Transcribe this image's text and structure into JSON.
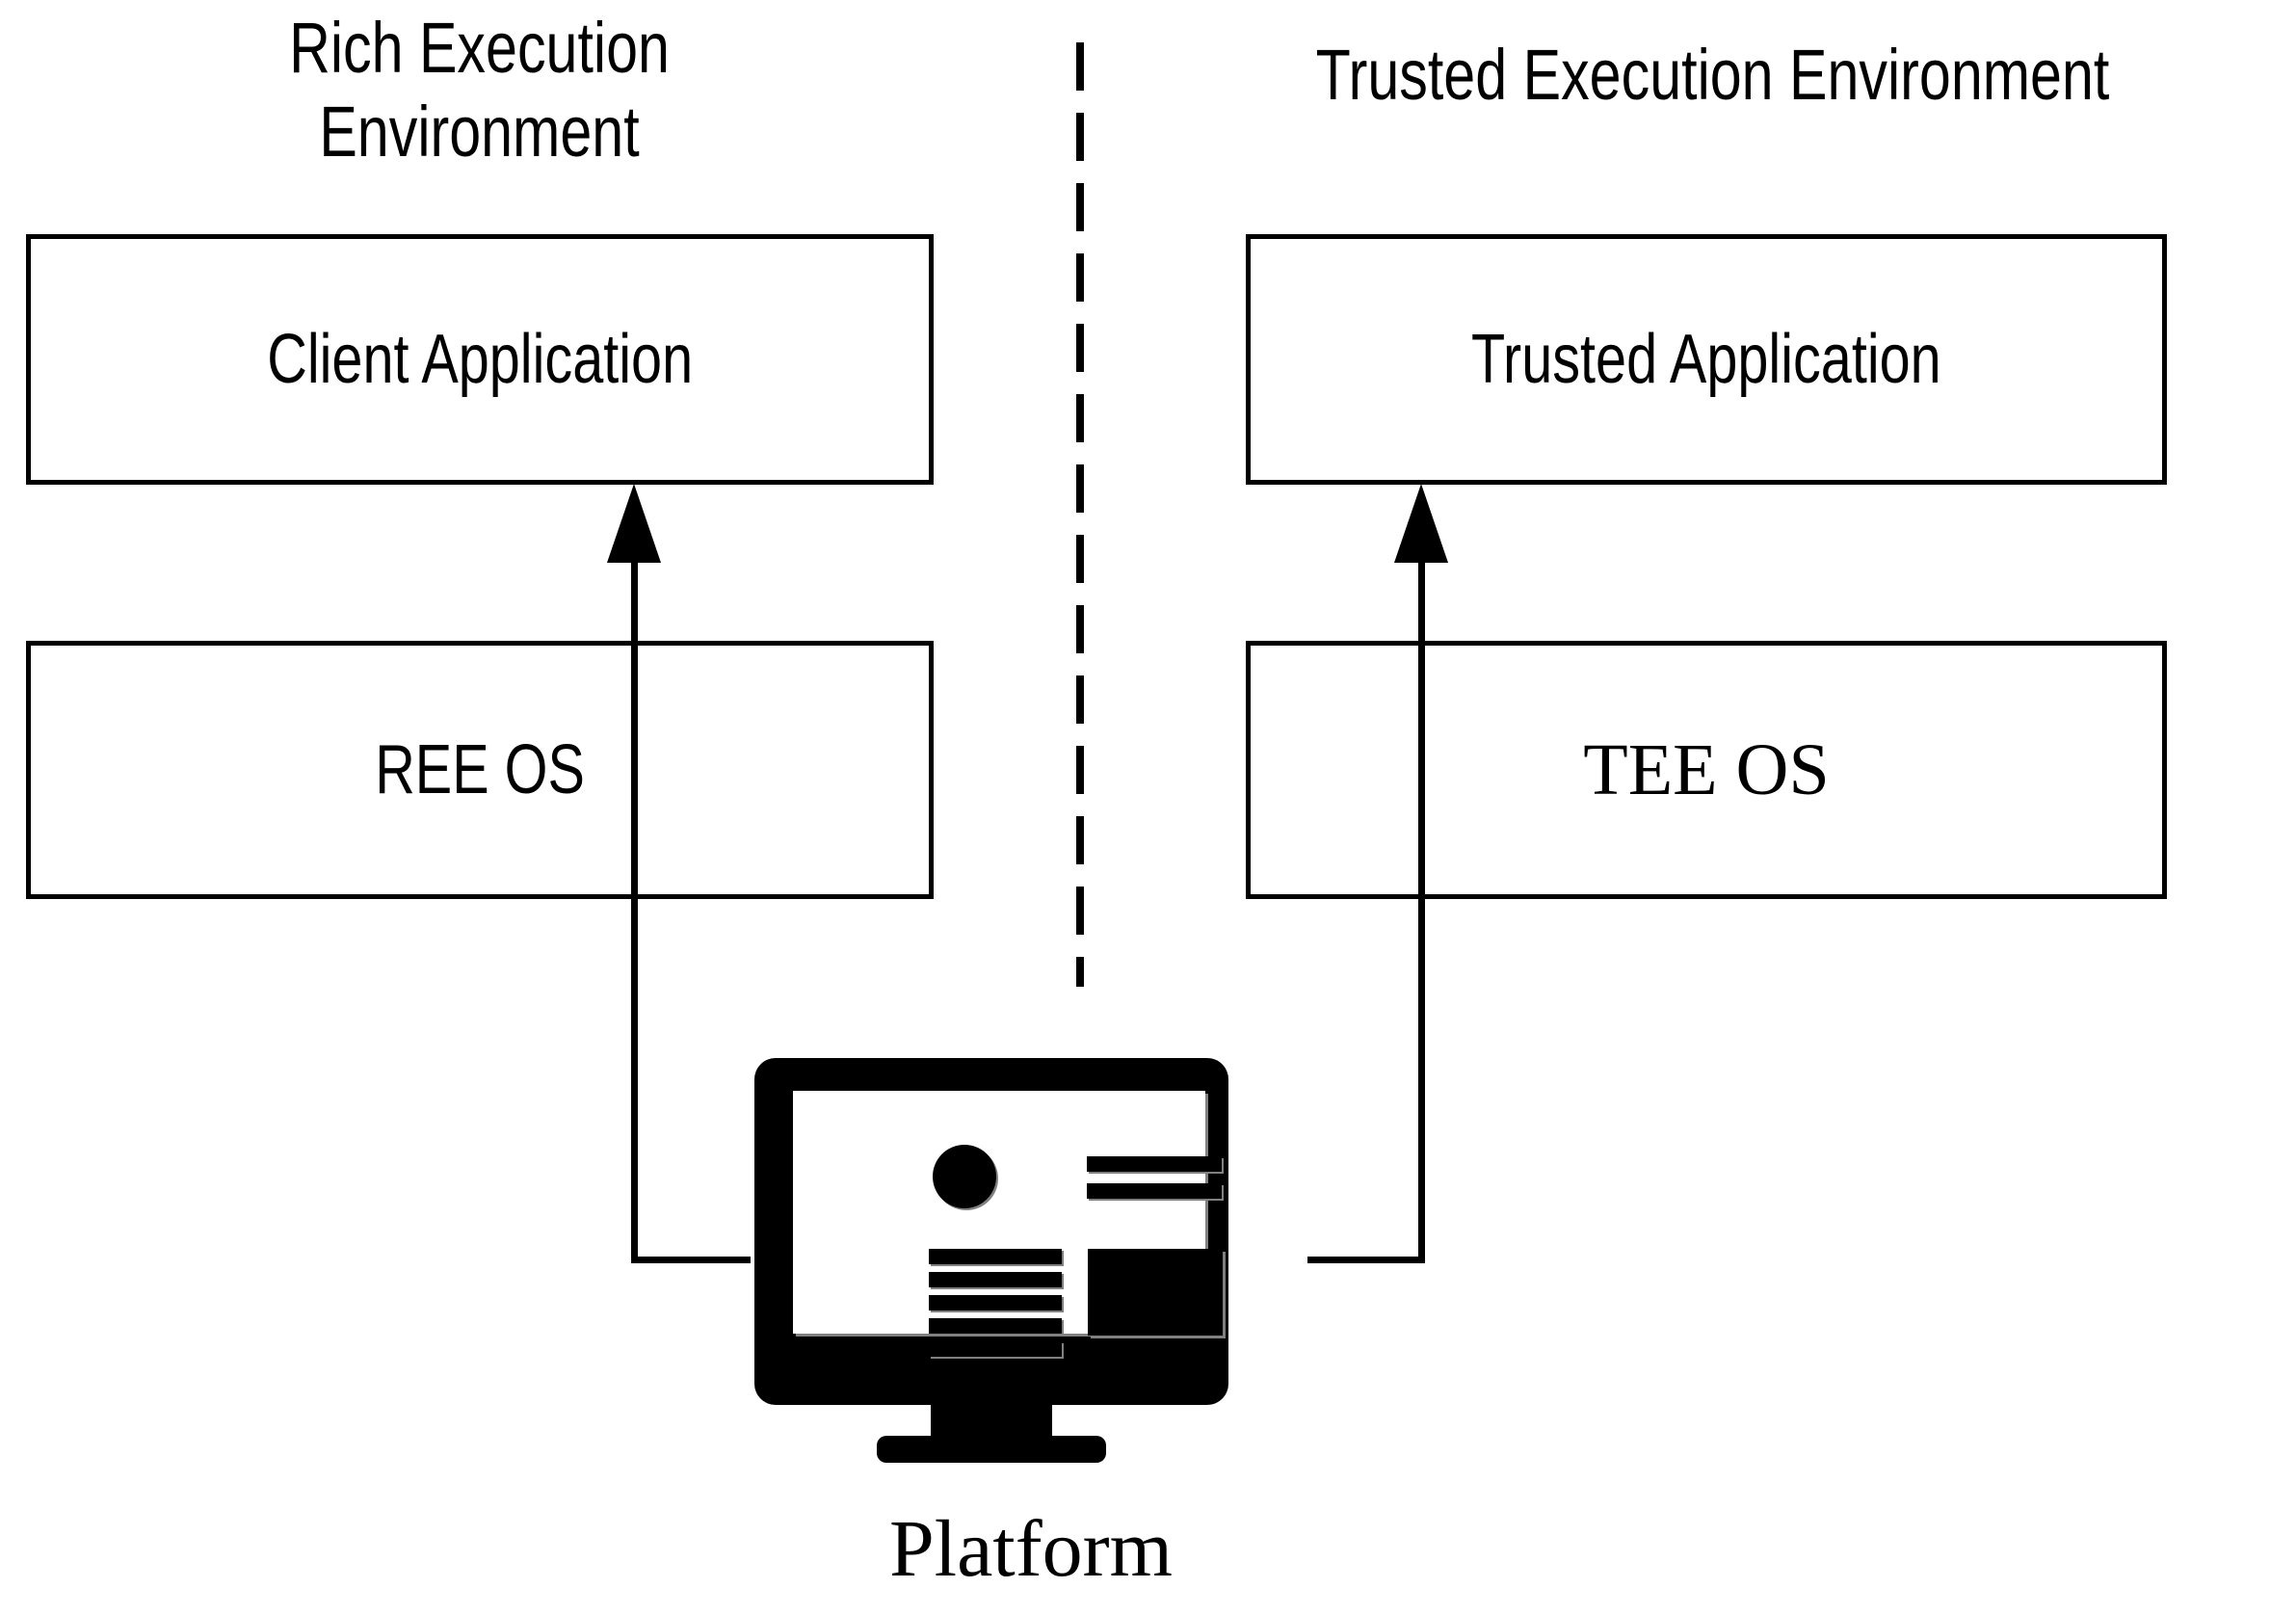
{
  "diagram": {
    "title": "TEE / REE architecture diagram",
    "background_color": "#ffffff",
    "line_color": "#000000",
    "accent_gray": "#808080"
  },
  "sections": {
    "left": {
      "heading": "Rich Execution\nEnvironment",
      "boxes": [
        {
          "label": "Client Application"
        },
        {
          "label": "REE OS"
        }
      ]
    },
    "right": {
      "heading": "Trusted Execution Environment",
      "boxes": [
        {
          "label": "Trusted Application"
        },
        {
          "label": "TEE OS"
        }
      ]
    }
  },
  "divider": {
    "style": "dashed-vertical",
    "color": "#000000"
  },
  "platform": {
    "caption": "Platform",
    "icon": "monitor-icon",
    "screen_elements": [
      "circle",
      "bar",
      "bar",
      "bar",
      "bar",
      "bar",
      "bar",
      "bar",
      "square"
    ]
  },
  "connectors": [
    {
      "name": "ree-connector",
      "from": "platform",
      "to": "Client Application",
      "direction": "up"
    },
    {
      "name": "tee-connector",
      "from": "platform",
      "to": "Trusted Application",
      "direction": "up"
    }
  ]
}
